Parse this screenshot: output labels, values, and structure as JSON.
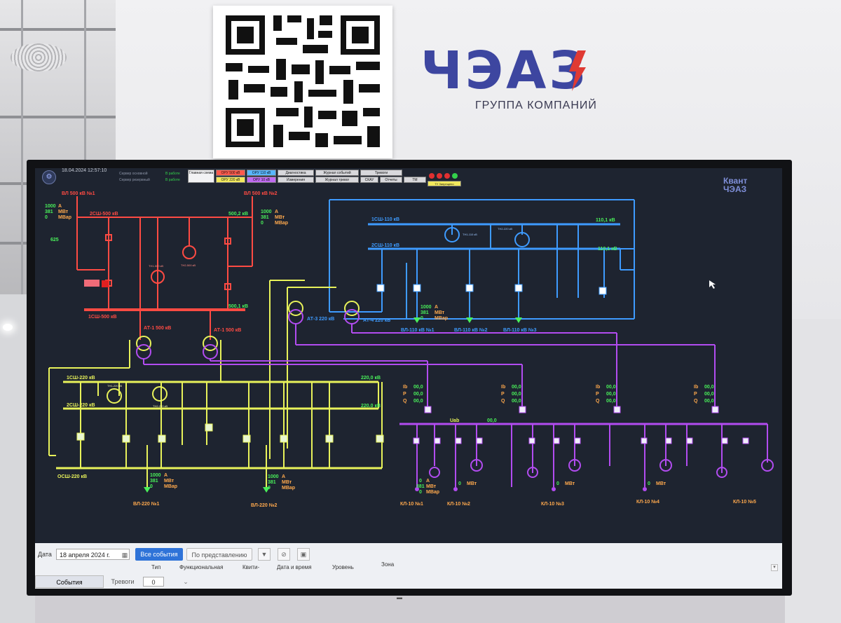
{
  "booth": {
    "brand_name": "ЧЭАЗ",
    "brand_subtitle": "ГРУППА КОМПАНИЙ",
    "qr_icon": "qr-code",
    "colors": {
      "brand_blue": "#3d46a0",
      "brand_red": "#e03a33"
    }
  },
  "scada": {
    "datetime": "18.04.2024 12:57:10",
    "servers": [
      {
        "name": "Сервер основной",
        "status": "В работе"
      },
      {
        "name": "Сервер резервный",
        "status": "В работе"
      }
    ],
    "nav_buttons": [
      {
        "label": "Главная схема"
      },
      {
        "label": "ОРУ 500 кВ"
      },
      {
        "label": "ОРУ 220 кВ"
      },
      {
        "label": "ОРУ 110 кВ"
      },
      {
        "label": "ОРУ 10 кВ"
      },
      {
        "label": "Диагностика"
      },
      {
        "label": "Измерения"
      },
      {
        "label": "Журнал событий"
      },
      {
        "label": "Журнал тревог"
      },
      {
        "label": "Тревоги"
      },
      {
        "label": "СКАУ"
      },
      {
        "label": "Отчеты"
      },
      {
        "label": "ТМ"
      }
    ],
    "alarm_status": "ТУ Запрещено",
    "system_logo": "Квант ЧЭАЗ",
    "colors": {
      "kv500": "#ff4b43",
      "kv220": "#e8f25a",
      "kv110": "#3e9bff",
      "kv10": "#b24cf0",
      "values": "#49f05a",
      "units": "#ffa94d"
    },
    "schema": {
      "kv500": {
        "line1": "ВЛ 500 кВ №1",
        "line2": "ВЛ 500 кВ №2",
        "bus1": "1СШ-500 кВ",
        "bus2": "2СШ-500 кВ",
        "bus_value1": "500,1 кВ",
        "bus_value2": "500,2 кВ",
        "tn1": "ТН1-500 кВ",
        "tn2": "ТН2-500 кВ",
        "counter": "625",
        "meas1": {
          "i": "1000",
          "p": "381",
          "q": "0",
          "i_unit": "А",
          "p_unit": "МВт",
          "q_unit": "МВар"
        },
        "meas2": {
          "i": "1000",
          "p": "381",
          "q": "0",
          "i_unit": "А",
          "p_unit": "МВт",
          "q_unit": "МВар"
        },
        "at1": "АТ-1 500 кВ",
        "at2": "АТ-1 500 кВ"
      },
      "kv110": {
        "bus1": "1СШ-110 кВ",
        "bus2": "2СШ-110 кВ",
        "bus_value1": "110,1 кВ",
        "bus_value2": "110,1 кВ",
        "tn1": "ТН1-110 кВ",
        "tn2": "ТН2-220 кВ",
        "at3": "АТ-3 220 кВ",
        "at4": "АТ-4 220 кВ",
        "lines": [
          "ВЛ-110 кВ №1",
          "ВЛ-110 кВ №2",
          "ВЛ-110 кВ №3"
        ],
        "meas": {
          "i": "1000",
          "p": "381",
          "q": "0",
          "i_unit": "А",
          "p_unit": "МВт",
          "q_unit": "МВар"
        }
      },
      "kv220": {
        "bus1": "1СШ-220 кВ",
        "bus2": "2СШ-220 кВ",
        "bus3": "ОСШ-220 кВ",
        "bus_value1": "220,0 кВ",
        "bus_value2": "220,0 кВ",
        "tn1": "ТН1-220 кВ",
        "tn2": "ТН2-220 кВ",
        "lines": [
          "ВЛ-220 №1",
          "ВЛ-220 №2"
        ],
        "meas": {
          "i": "1000",
          "p": "381",
          "q": "0",
          "i_unit": "А",
          "p_unit": "МВт",
          "q_unit": "МВар"
        }
      },
      "kv10": {
        "bus_label": "Uab",
        "bus_value": "00,0",
        "ipq": {
          "i": "Ib",
          "p": "P",
          "q": "Q",
          "value": "00,0"
        },
        "lines": [
          "КЛ-10 №1",
          "КЛ-10 №2",
          "КЛ-10 №3",
          "КЛ-10 №4",
          "КЛ-10 №5"
        ],
        "meas": {
          "i": "0",
          "p": "381",
          "q": "0",
          "i_unit": "А",
          "p_unit": "МВт",
          "q_unit": "МВар"
        }
      }
    },
    "events": {
      "date_label": "Дата",
      "date_value": "18 апреля 2024 г.",
      "all_events": "Все события",
      "by_view": "По представлению",
      "columns": [
        "Тип",
        "Функциональная",
        "Квити-",
        "Дата и время",
        "Уровень",
        "Зона"
      ],
      "tab_events": "События",
      "tab_alarms": "Тревоги",
      "alarm_count": "0"
    }
  }
}
